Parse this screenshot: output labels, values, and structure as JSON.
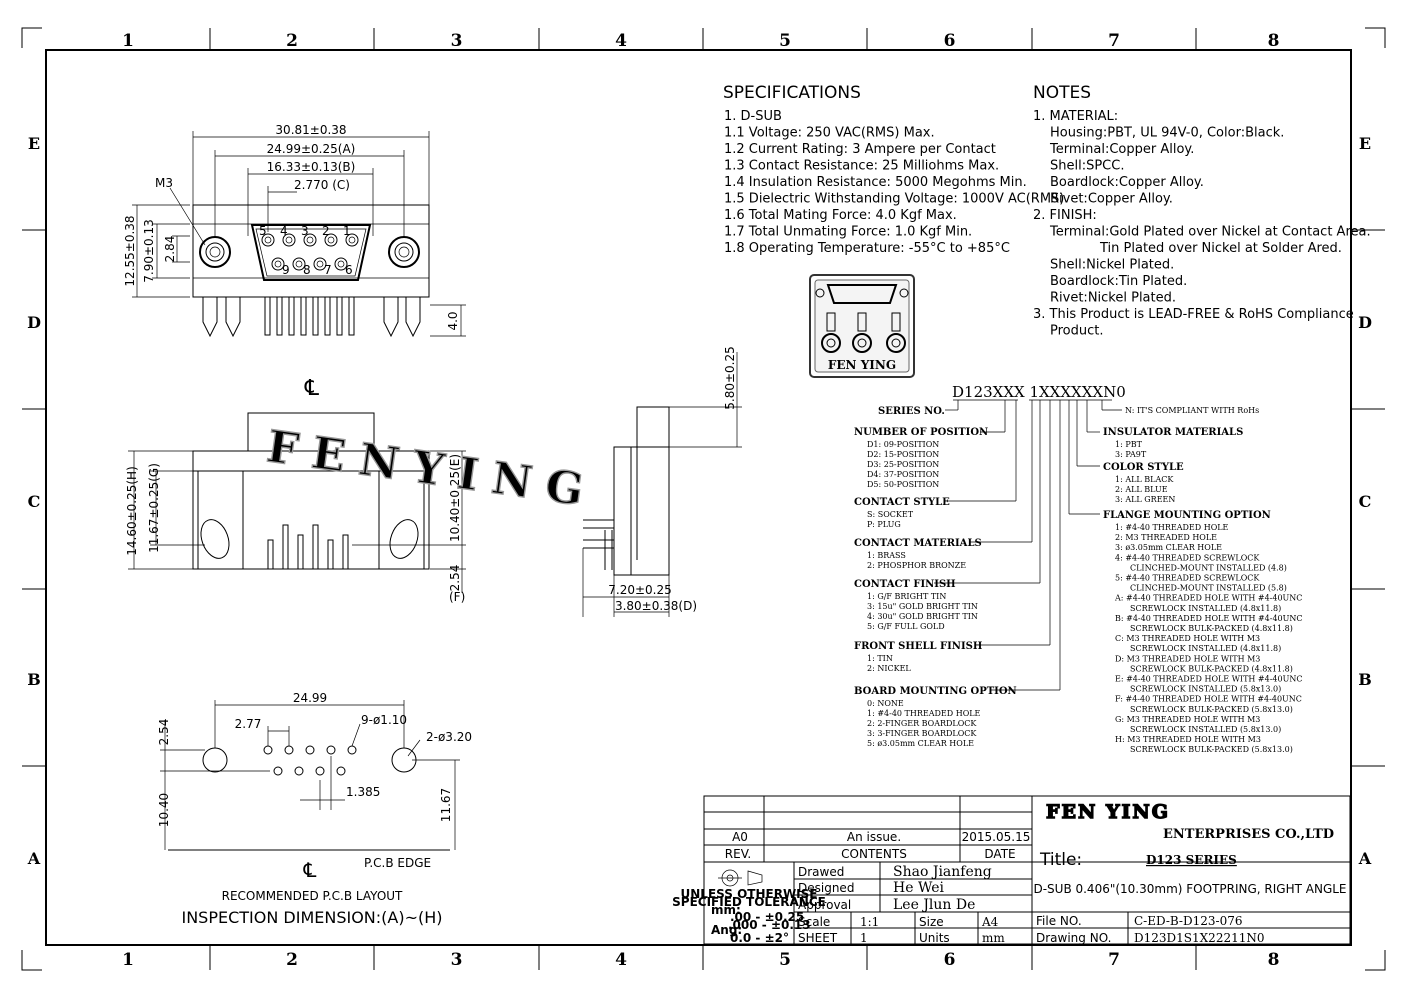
{
  "frame": {
    "columns": [
      "1",
      "2",
      "3",
      "4",
      "5",
      "6",
      "7",
      "8"
    ],
    "rows": [
      "E",
      "D",
      "C",
      "B",
      "A"
    ]
  },
  "specifications": {
    "heading": "SPECIFICATIONS",
    "lines": [
      "1. D-SUB",
      "1.1 Voltage: 250 VAC(RMS) Max.",
      "1.2 Current Rating: 3 Ampere per Contact",
      "1.3 Contact Resistance: 25 Milliohms Max.",
      "1.4 Insulation Resistance: 5000 Megohms Min.",
      "1.5 Dielectric Withstanding Voltage: 1000V AC(RMS)",
      "1.6 Total Mating Force: 4.0 Kgf Max.",
      "1.7 Total Unmating Force: 1.0 Kgf Min.",
      "1.8 Operating Temperature: -55°C to +85°C"
    ]
  },
  "notes": {
    "heading": "NOTES",
    "lines": [
      "1. MATERIAL:",
      "Housing:PBT, UL 94V-0, Color:Black.",
      "Terminal:Copper Alloy.",
      "Shell:SPCC.",
      "Boardlock:Copper Alloy.",
      "Rivet:Copper Alloy.",
      "2. FINISH:",
      "Terminal:Gold Plated over Nickel at Contact Area.",
      "Tin Plated over Nickel at Solder Ared.",
      "Shell:Nickel Plated.",
      "Boardlock:Tin Plated.",
      "Rivet:Nickel Plated.",
      "3. This Product is LEAD-FREE & RoHS Compliance",
      "Product."
    ]
  },
  "logo": {
    "text": "FEN YING"
  },
  "watermark": {
    "text": "FENYING"
  },
  "front_view": {
    "dims": [
      "30.81±0.38",
      "24.99±0.25(A)",
      "16.33±0.13(B)",
      "2.770 (C)",
      "M3",
      "12.55±0.38",
      "7.90±0.13",
      "2.84",
      "4.0"
    ],
    "pins_top": [
      "5",
      "4",
      "3",
      "2",
      "1"
    ],
    "pins_bottom": [
      "9",
      "8",
      "7",
      "6"
    ]
  },
  "top_view": {
    "centerline": "℄",
    "dims": [
      "14.60±0.25(H)",
      "11.67±0.25(G)",
      "10.40±0.25(E)",
      "2.54",
      "(F)"
    ]
  },
  "side_view": {
    "dims": [
      "5.80±0.25",
      "7.20±0.25",
      "3.80±0.38(D)"
    ]
  },
  "pcb_layout": {
    "dims": [
      "24.99",
      "2.77",
      "9-ø1.10",
      "2-ø3.20",
      "2.54",
      "10.40",
      "1.385",
      "11.67"
    ],
    "centerline": "℄",
    "edge_label": "P.C.B EDGE",
    "caption": "RECOMMENDED P.C.B LAYOUT",
    "inspection": "INSPECTION DIMENSION:(A)~(H)"
  },
  "part_number": {
    "code": "D123XXX 1XXXXXXN0",
    "groups": [
      {
        "title": "SERIES NO.",
        "items": []
      },
      {
        "title": "NUMBER OF POSITION",
        "items": [
          "D1: 09-POSITION",
          "D2: 15-POSITION",
          "D3: 25-POSITION",
          "D4: 37-POSITION",
          "D5: 50-POSITION"
        ]
      },
      {
        "title": "CONTACT STYLE",
        "items": [
          "S: SOCKET",
          "P: PLUG"
        ]
      },
      {
        "title": "CONTACT MATERIALS",
        "items": [
          "1: BRASS",
          "2: PHOSPHOR BRONZE"
        ]
      },
      {
        "title": "CONTACT FINISH",
        "items": [
          "1: G/F BRIGHT TIN",
          "3: 15u\" GOLD BRIGHT TIN",
          "4: 30u\" GOLD BRIGHT TIN",
          "5: G/F FULL GOLD"
        ]
      },
      {
        "title": "FRONT SHELL FINISH",
        "items": [
          "1: TIN",
          "2: NICKEL"
        ]
      },
      {
        "title": "BOARD MOUNTING OPTION",
        "items": [
          "0: NONE",
          "1: #4-40 THREADED HOLE",
          "2: 2-FINGER BOARDLOCK",
          "3: 3-FINGER BOARDLOCK",
          "5: ø3.05mm CLEAR HOLE"
        ]
      }
    ],
    "right_groups": [
      {
        "title": "N: IT'S COMPLIANT WITH RoHs",
        "items": []
      },
      {
        "title": "INSULATOR MATERIALS",
        "items": [
          "1: PBT",
          "3: PA9T"
        ]
      },
      {
        "title": "COLOR STYLE",
        "items": [
          "1: ALL BLACK",
          "2: ALL BLUE",
          "3: ALL GREEN"
        ]
      },
      {
        "title": "FLANGE MOUNTING OPTION",
        "items": [
          "1: #4-40 THREADED HOLE",
          "2: M3 THREADED HOLE",
          "3: ø3.05mm CLEAR HOLE",
          "4: #4-40 THREADED SCREWLOCK",
          "CLINCHED-MOUNT INSTALLED (4.8)",
          "5: #4-40 THREADED SCREWLOCK",
          "CLINCHED-MOUNT INSTALLED (5.8)",
          "A: #4-40 THREADED HOLE WITH #4-40UNC",
          "SCREWLOCK INSTALLED (4.8x11.8)",
          "B: #4-40 THREADED HOLE WITH #4-40UNC",
          "SCREWLOCK BULK-PACKED (4.8x11.8)",
          "C: M3 THREADED HOLE WITH M3",
          "SCREWLOCK INSTALLED (4.8x11.8)",
          "D: M3 THREADED HOLE WITH M3",
          "SCREWLOCK BULK-PACKED (4.8x11.8)",
          "E: #4-40 THREADED HOLE WITH #4-40UNC",
          "SCREWLOCK INSTALLED (5.8x13.0)",
          "F: #4-40 THREADED HOLE WITH #4-40UNC",
          "SCREWLOCK BULK-PACKED (5.8x13.0)",
          "G: M3 THREADED HOLE WITH M3",
          "SCREWLOCK INSTALLED (5.8x13.0)",
          "H: M3 THREADED HOLE WITH M3",
          "SCREWLOCK BULK-PACKED (5.8x13.0)"
        ]
      }
    ]
  },
  "title_block": {
    "rev_row": {
      "rev": "A0",
      "contents": "An issue.",
      "date": "2015.05.15"
    },
    "headers": {
      "rev": "REV.",
      "contents": "CONTENTS",
      "date": "DATE"
    },
    "company": "FEN YING",
    "company_sub": "ENTERPRISES CO.,LTD",
    "title_label": "Title:",
    "series": "D123 SERIES",
    "description": "D-SUB 0.406\"(10.30mm) FOOTPRING, RIGHT ANGLE",
    "drawed_label": "Drawed",
    "drawed": "Shao Jianfeng",
    "designed_label": "Designed",
    "designed": "He Wei",
    "approval_label": "Approval",
    "approval": "Lee Jlun De",
    "scale_label": "Scale",
    "scale": "1:1",
    "size_label": "Size",
    "size": "A4",
    "sheet_label": "SHEET",
    "sheet": "1",
    "units_label": "Units",
    "units": "mm",
    "file_label": "File NO.",
    "file": "C-ED-B-D123-076",
    "drawing_label": "Drawing NO.",
    "drawing": "D123D1S1X22211N0",
    "tolerance": {
      "head1": "UNLESS OTHERWISE",
      "head2": "SPECIFIED TOLERANCE",
      "mm": "mm:",
      "l1": ".00 - ±0.25",
      "l2": ".000 - ±0.13",
      "ang": "Ang:",
      "l3": "0.0 - ±2°"
    }
  }
}
